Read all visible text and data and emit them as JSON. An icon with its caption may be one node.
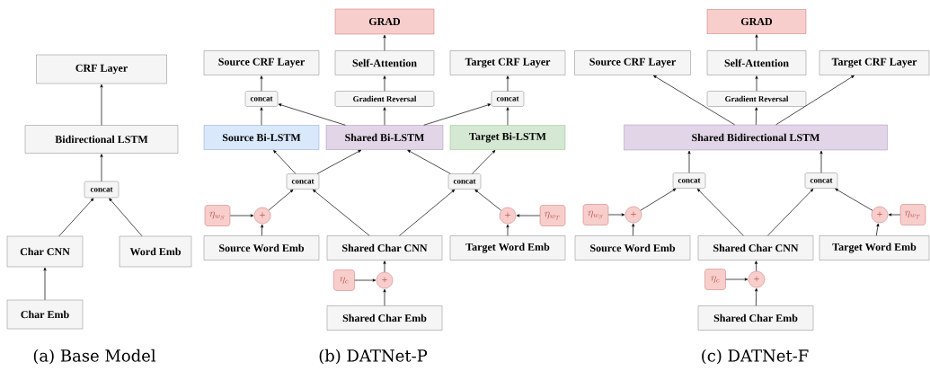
{
  "diagram": {
    "nodes": [
      {
        "text": [
          "CRF Layer"
        ]
      },
      {
        "text": [
          "Bidirectional LSTM"
        ]
      },
      {
        "text": [
          "concat"
        ]
      },
      {
        "text": [
          "Char CNN"
        ]
      },
      {
        "text": [
          "Word Emb"
        ]
      },
      {
        "text": [
          "Char Emb"
        ]
      },
      {
        "text": [
          "GRAD"
        ]
      },
      {
        "text": [
          "Source CRF Layer"
        ]
      },
      {
        "text": [
          "Self-Attention"
        ]
      },
      {
        "text": [
          "Target CRF Layer"
        ]
      },
      {
        "text": [
          "concat"
        ]
      },
      {
        "text": [
          "Gradient Reversal"
        ]
      },
      {
        "text": [
          "concat"
        ]
      },
      {
        "text": [
          "Source Bi-LSTM"
        ]
      },
      {
        "text": [
          "Shared Bi-LSTM"
        ]
      },
      {
        "text": [
          "Target Bi-LSTM"
        ]
      },
      {
        "text": [
          "concat"
        ]
      },
      {
        "text": [
          "concat"
        ]
      },
      {
        "text": [
          "\\eta_{w_S}"
        ]
      },
      {
        "text": [
          "+"
        ]
      },
      {
        "text": [
          "+"
        ]
      },
      {
        "text": [
          "\\eta_{w_T}"
        ]
      },
      {
        "text": [
          "Source Word Emb"
        ]
      },
      {
        "text": [
          "Shared Char CNN"
        ]
      },
      {
        "text": [
          "Target Word Emb"
        ]
      },
      {
        "text": [
          "\\eta_{c}"
        ]
      },
      {
        "text": [
          "+"
        ]
      },
      {
        "text": [
          "Shared Char Emb"
        ]
      },
      {
        "text": [
          "GRAD"
        ]
      },
      {
        "text": [
          "Source CRF Layer"
        ]
      },
      {
        "text": [
          "Self-Attention"
        ]
      },
      {
        "text": [
          "Target CRF Layer"
        ]
      },
      {
        "text": [
          "Gradient Reversal"
        ]
      },
      {
        "text": [
          "Shared Bidirectional LSTM"
        ]
      },
      {
        "text": [
          "concat"
        ]
      },
      {
        "text": [
          "concat"
        ]
      },
      {
        "text": [
          "\\eta_{w_S}"
        ]
      },
      {
        "text": [
          "+"
        ]
      },
      {
        "text": [
          "+"
        ]
      },
      {
        "text": [
          "\\eta_{w_T}"
        ]
      },
      {
        "text": [
          "Source Word Emb"
        ]
      },
      {
        "text": [
          "Shared Char CNN"
        ]
      },
      {
        "text": [
          "Target Word Emb"
        ]
      },
      {
        "text": [
          "\\eta_{c}"
        ]
      },
      {
        "text": [
          "+"
        ]
      },
      {
        "text": [
          "Shared Char Emb"
        ]
      }
    ],
    "edges": [
      {
        "from": 5,
        "to": 3,
        "arrow": "to"
      },
      {
        "from": 3,
        "to": 2,
        "arrow": "to"
      },
      {
        "from": 4,
        "to": 2,
        "arrow": "to"
      },
      {
        "from": 2,
        "to": 1,
        "arrow": "to"
      },
      {
        "from": 1,
        "to": 0,
        "arrow": "to"
      },
      {
        "from": 27,
        "to": 26,
        "arrow": "to"
      },
      {
        "from": 25,
        "to": 26,
        "arrow": "to"
      },
      {
        "from": 26,
        "to": 23,
        "arrow": "to"
      },
      {
        "from": 18,
        "to": 19,
        "arrow": "to"
      },
      {
        "from": 22,
        "to": 19,
        "arrow": "to"
      },
      {
        "from": 19,
        "to": 16,
        "arrow": "to"
      },
      {
        "from": 23,
        "to": 16,
        "arrow": "to"
      },
      {
        "from": 23,
        "to": 17,
        "arrow": "to"
      },
      {
        "from": 21,
        "to": 20,
        "arrow": "to"
      },
      {
        "from": 24,
        "to": 20,
        "arrow": "to"
      },
      {
        "from": 20,
        "to": 17,
        "arrow": "to"
      },
      {
        "from": 16,
        "to": 13,
        "arrow": "to"
      },
      {
        "from": 16,
        "to": 14,
        "arrow": "to"
      },
      {
        "from": 17,
        "to": 14,
        "arrow": "to"
      },
      {
        "from": 17,
        "to": 15,
        "arrow": "to"
      },
      {
        "from": 13,
        "to": 10,
        "arrow": "to"
      },
      {
        "from": 14,
        "to": 10,
        "arrow": "to"
      },
      {
        "from": 14,
        "to": 11,
        "arrow": "to"
      },
      {
        "from": 14,
        "to": 12,
        "arrow": "to"
      },
      {
        "from": 15,
        "to": 12,
        "arrow": "to"
      },
      {
        "from": 10,
        "to": 7,
        "arrow": "to"
      },
      {
        "from": 11,
        "to": 8,
        "arrow": "to"
      },
      {
        "from": 12,
        "to": 9,
        "arrow": "to"
      },
      {
        "from": 8,
        "to": 6,
        "arrow": "to"
      },
      {
        "from": 45,
        "to": 44,
        "arrow": "to"
      },
      {
        "from": 43,
        "to": 44,
        "arrow": "to"
      },
      {
        "from": 44,
        "to": 41,
        "arrow": "to"
      },
      {
        "from": 36,
        "to": 37,
        "arrow": "to"
      },
      {
        "from": 40,
        "to": 37,
        "arrow": "to"
      },
      {
        "from": 37,
        "to": 34,
        "arrow": "to"
      },
      {
        "from": 41,
        "to": 34,
        "arrow": "to"
      },
      {
        "from": 41,
        "to": 35,
        "arrow": "to"
      },
      {
        "from": 39,
        "to": 38,
        "arrow": "to"
      },
      {
        "from": 42,
        "to": 38,
        "arrow": "to"
      },
      {
        "from": 38,
        "to": 35,
        "arrow": "to"
      },
      {
        "from": 34,
        "to": 33,
        "arrow": "to"
      },
      {
        "from": 35,
        "to": 33,
        "arrow": "to"
      },
      {
        "from": 33,
        "to": 29,
        "arrow": "to"
      },
      {
        "from": 33,
        "to": 32,
        "arrow": "to"
      },
      {
        "from": 33,
        "to": 31,
        "arrow": "to"
      },
      {
        "from": 32,
        "to": 30,
        "arrow": "to"
      },
      {
        "from": 30,
        "to": 28,
        "arrow": "to"
      }
    ],
    "labels": [
      "(a) Base Model",
      "(b) DATNet-P",
      "(c) DATNet-F"
    ]
  }
}
